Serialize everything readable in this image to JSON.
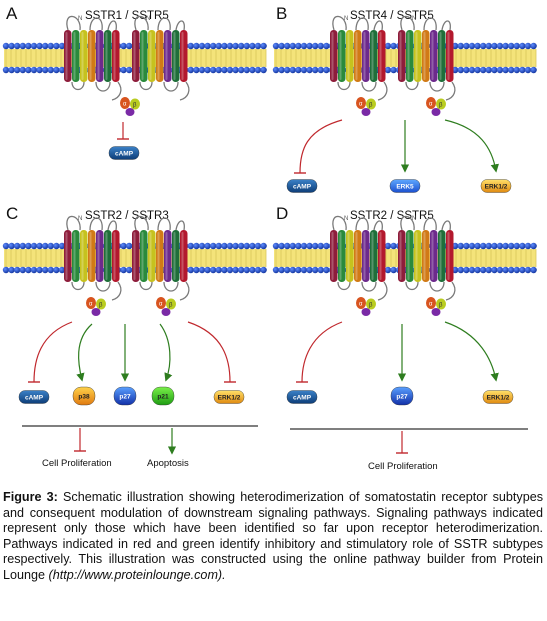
{
  "panels": [
    {
      "letter": "A",
      "title": "SSTR1 / SSTR5",
      "targets": [
        "cAMP"
      ]
    },
    {
      "letter": "B",
      "title": "SSTR4 / SSTR5",
      "targets": [
        "cAMP",
        "ERK5",
        "ERK1/2"
      ]
    },
    {
      "letter": "C",
      "title": "SSTR2 / SSTR3",
      "targets": [
        "cAMP",
        "p38",
        "p27",
        "p21",
        "ERK1/2"
      ],
      "outcomes": [
        "Cell Proliferation",
        "Apoptosis"
      ]
    },
    {
      "letter": "D",
      "title": "SSTR2 / SSTR5",
      "targets": [
        "cAMP",
        "p27",
        "ERK1/2"
      ],
      "outcomes": [
        "Cell Proliferation"
      ]
    }
  ],
  "gprotein": {
    "alpha": "α",
    "beta": "β",
    "nterm": "N"
  },
  "caption": {
    "label": "Figure 3:",
    "text": "Schematic illustration showing heterodimerization of somatostatin receptor subtypes and consequent modulation of downstream signaling pathways. Signaling pathways indicated represent only those which have been identified so far upon receptor heterodimerization. Pathways indicated in red and green identify inhibitory and stimulatory role of SSTR subtypes respectively. This illustration was constructed using the online pathway builder from Protein Lounge",
    "url": "(http://www.proteinlounge.com)."
  },
  "colors": {
    "inhibit": "#c0282d",
    "stimulate": "#2e7d1f",
    "membrane_head": "#1c4fc4",
    "membrane_tail": "#f4e37a",
    "helix": [
      "#8e1d3b",
      "#2a8a3c",
      "#c6c21e",
      "#d17a16",
      "#6d2a8c",
      "#1f6f3a",
      "#b3192e"
    ]
  }
}
